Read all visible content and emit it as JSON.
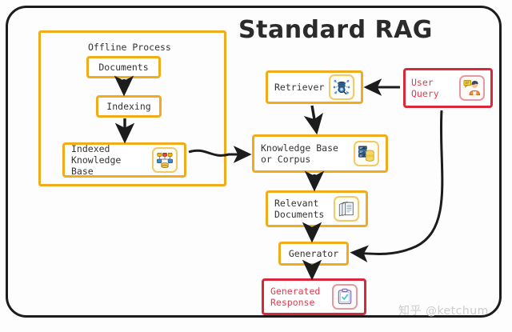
{
  "diagram": {
    "title": "Standard RAG",
    "watermark": "知乎 @ketchum",
    "colors": {
      "frame": "#1c1c1c",
      "accent_orange": "#f0ac1c",
      "accent_red": "#d9283c",
      "text": "#333333",
      "red_text": "#e03c4e",
      "background": "#fdfdfd"
    }
  },
  "offline_group": {
    "title": "Offline Process"
  },
  "nodes": {
    "documents": {
      "label": "Documents",
      "icon": ""
    },
    "indexing": {
      "label": "Indexing",
      "icon": ""
    },
    "indexed_knowledge_base": {
      "label": "Indexed\nKnowledge Base",
      "icon": "network-graph-icon"
    },
    "retriever": {
      "label": "Retriever",
      "icon": "database-search-icon"
    },
    "user_query": {
      "label": "User\nQuery",
      "icon": "user-speech-bubble-icon"
    },
    "knowledge_base": {
      "label": "Knowledge Base\nor Corpus",
      "icon": "server-database-icon"
    },
    "relevant_documents": {
      "label": "Relevant\nDocuments",
      "icon": "stacked-documents-icon"
    },
    "generator": {
      "label": "Generator",
      "icon": ""
    },
    "generated_response": {
      "label": "Generated\nResponse",
      "icon": "clipboard-check-icon"
    }
  },
  "flows": [
    {
      "from": "documents",
      "to": "indexing"
    },
    {
      "from": "indexing",
      "to": "indexed_knowledge_base"
    },
    {
      "from": "indexed_knowledge_base",
      "to": "knowledge_base"
    },
    {
      "from": "user_query",
      "to": "retriever"
    },
    {
      "from": "retriever",
      "to": "knowledge_base"
    },
    {
      "from": "knowledge_base",
      "to": "relevant_documents"
    },
    {
      "from": "relevant_documents",
      "to": "generator"
    },
    {
      "from": "user_query",
      "to": "generator"
    },
    {
      "from": "generator",
      "to": "generated_response"
    }
  ]
}
